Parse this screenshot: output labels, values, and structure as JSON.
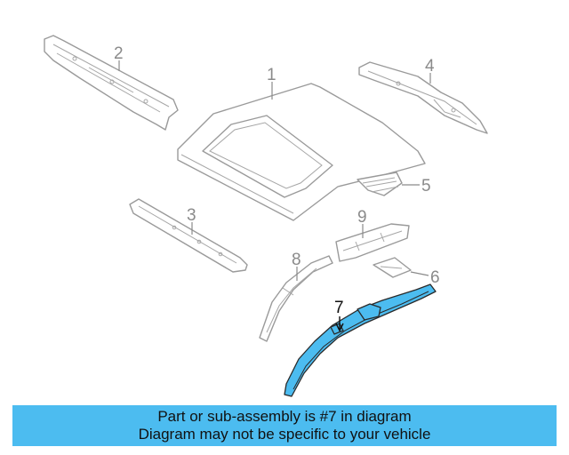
{
  "diagram": {
    "highlight_color": "#4cbcf0",
    "highlighted_part": "7",
    "callouts": [
      {
        "id": "p1",
        "label": "1"
      },
      {
        "id": "p2",
        "label": "2"
      },
      {
        "id": "p3",
        "label": "3"
      },
      {
        "id": "p4",
        "label": "4"
      },
      {
        "id": "p5",
        "label": "5"
      },
      {
        "id": "p6",
        "label": "6"
      },
      {
        "id": "p7",
        "label": "7"
      },
      {
        "id": "p8",
        "label": "8"
      },
      {
        "id": "p9",
        "label": "9"
      }
    ]
  },
  "banner": {
    "line1": "Part or sub-assembly is #7 in diagram",
    "line2": "Diagram may not be specific to your vehicle"
  }
}
